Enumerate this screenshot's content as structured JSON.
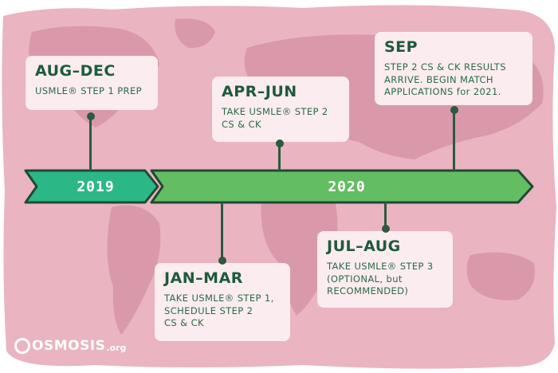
{
  "timeline": {
    "years": [
      {
        "label": "2019"
      },
      {
        "label": "2020"
      }
    ],
    "events": [
      {
        "key": "aug-dec",
        "title": "AUG–DEC",
        "body": "USMLE® STEP 1 PREP"
      },
      {
        "key": "apr-jun",
        "title": "APR–JUN",
        "body": "TAKE USMLE® STEP 2\nCS & CK"
      },
      {
        "key": "sep",
        "title": "SEP",
        "body": "STEP 2 CS & CK RESULTS\nARRIVE. BEGIN MATCH\nAPPLICATIONS for 2021."
      },
      {
        "key": "jan-mar",
        "title": "JAN–MAR",
        "body": "TAKE USMLE® STEP 1,\nSCHEDULE STEP 2\nCS & CK"
      },
      {
        "key": "jul-aug",
        "title": "JUL–AUG",
        "body": "TAKE USMLE® STEP 3\n(OPTIONAL, but\nRECOMMENDED)"
      }
    ]
  },
  "brand": {
    "name": "OSMOSIS",
    "suffix": ".org",
    "logo_icon": "osmosis-logo-icon"
  },
  "colors": {
    "background": "#eab4c1",
    "map_land": "#d999ab",
    "card": "#fbecef",
    "arrow_2019": "#2bb886",
    "arrow_2020": "#63bd63",
    "arrow_outline": "#1f4a33",
    "title_text": "#1e5a3c"
  }
}
